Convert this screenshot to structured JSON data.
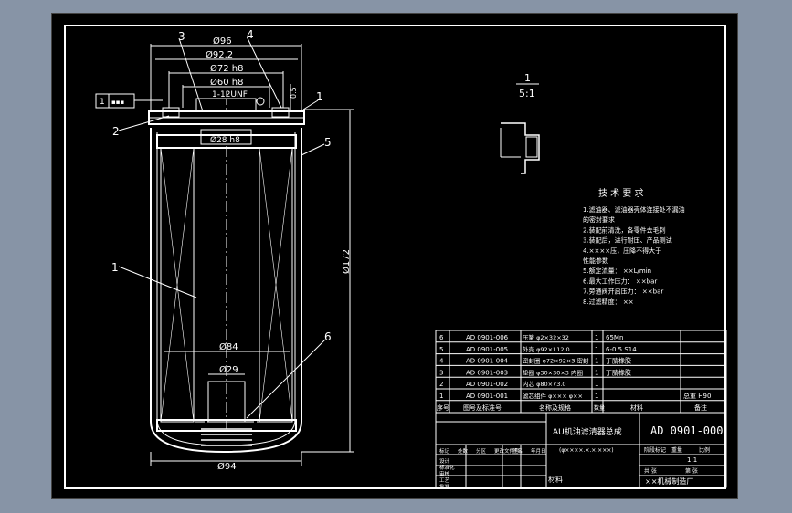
{
  "colors": {
    "background": "#8794a6",
    "sheet": "#000000",
    "line": "#ffffff"
  },
  "callouts": [
    "3",
    "4",
    "2",
    "1",
    "5",
    "1",
    "6"
  ],
  "dimensions": {
    "d96": "Ø96",
    "d92": "Ø92.2",
    "d72": "Ø72 h8",
    "d60": "Ø60 h8",
    "thread": "1-12UNF",
    "d28": "Ø28 h8",
    "len": "Ø172",
    "d84": "Ø84",
    "d29": "Ø29",
    "d94": "Ø94",
    "gap": "0.5",
    "left_box_a": "1",
    "left_box_b": "▪▪▪"
  },
  "detail": {
    "number": "1",
    "scale": "5:1"
  },
  "tech": {
    "title": "技 术 要 求",
    "lines": [
      "1.滤油器、滤油器壳体连接处不漏油",
      "的密封要求",
      "2.装配前清洗，各零件去毛刺",
      "3.装配后，进行耐压、产品测试",
      "4.××××压，压降不得大于",
      "性能参数",
      "5.额定流量： ××L/min",
      "6.最大工作压力： ××bar",
      "7.旁通阀开启压力： ××bar",
      "8.过滤精度： ××"
    ]
  },
  "parts": [
    {
      "no": "6",
      "code": "AD 0901-006",
      "name": "压簧 φ2×32×32",
      "qty": "1",
      "mat": "65Mn",
      "note": ""
    },
    {
      "no": "5",
      "code": "AD 0901-005",
      "name": "外壳 φ92×112.0",
      "qty": "1",
      "mat": "6-0.5 S14",
      "note": ""
    },
    {
      "no": "4",
      "code": "AD 0901-004",
      "name": "密封圈 φ72×92×3 密封",
      "qty": "1",
      "mat": "丁腈橡胶",
      "note": ""
    },
    {
      "no": "3",
      "code": "AD 0901-003",
      "name": "垫圈 φ30×30×3 内圈",
      "qty": "1",
      "mat": "丁腈橡胶",
      "note": ""
    },
    {
      "no": "2",
      "code": "AD 0901-002",
      "name": "内芯 φ80×73.0",
      "qty": "1",
      "mat": "",
      "note": ""
    },
    {
      "no": "1",
      "code": "AD 0901-001",
      "name": "滤芯组件 φ××× φ××",
      "qty": "1",
      "mat": "",
      "note": "总重 H90"
    }
  ],
  "header": {
    "no": "序号",
    "code": "图号及标准号",
    "name": "名称及规格",
    "qty": "数量",
    "mat": "材料",
    "note": "备注"
  },
  "title_block": {
    "product": "AU机油滤清器总成",
    "sub": "(φ××××.×.×.×××)",
    "drawing_no": "AD 0901-000",
    "material": "材料",
    "company": "××机械制造厂",
    "labels": [
      "标记",
      "处数",
      "分区",
      "更改文件号",
      "签名",
      "年月日"
    ],
    "labels2": [
      "设计",
      "标准化",
      "审核",
      "工艺",
      "批准"
    ],
    "labels3": [
      "阶段标记",
      "重量",
      "比例"
    ],
    "scale": "1:1",
    "sheets": [
      "共 张",
      "第 张"
    ]
  }
}
